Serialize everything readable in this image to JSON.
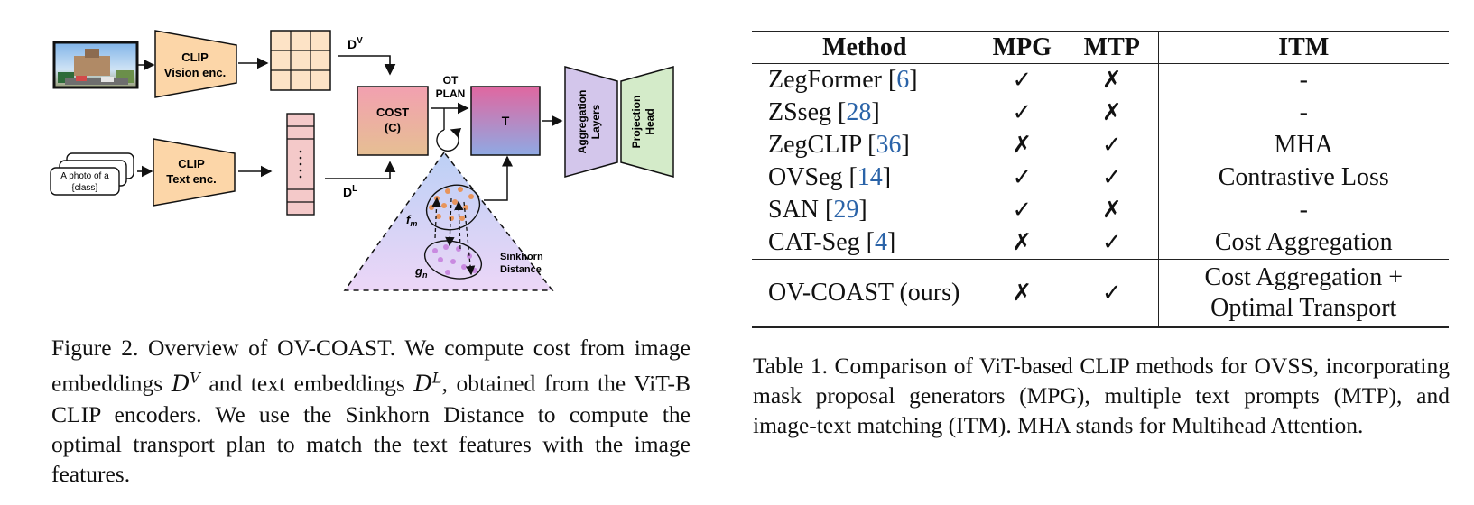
{
  "figure": {
    "vision_encoder_label": [
      "CLIP",
      "Vision enc."
    ],
    "text_encoder_label": [
      "CLIP",
      "Text enc."
    ],
    "prompt_card_text": [
      "A photo of a",
      "{class}"
    ],
    "dv_label": "D",
    "dv_sup": "V",
    "dl_label": "D",
    "dl_sup": "L",
    "cost_label": [
      "COST",
      "(C)"
    ],
    "ot_plan_label": [
      "OT",
      "PLAN"
    ],
    "t_label": "T",
    "aggregation_label": [
      "Aggregation",
      "Layers"
    ],
    "projection_label": [
      "Projection",
      "Head"
    ],
    "fm_label": "f",
    "fm_sub": "m",
    "gn_label": "g",
    "gn_sub": "n",
    "sinkhorn_label": [
      "Sinkhorn",
      "Distance"
    ],
    "colors": {
      "encoder": "#fcd6a8",
      "grid": "#fde3c6",
      "text_feature": "#f4c9c9",
      "cost_top": "#f2a0b0",
      "cost_bottom": "#e6bf93",
      "t_top": "#e067a0",
      "t_bottom": "#8fa9e3",
      "aggregation": "#d3c6eb",
      "projection": "#d4ebc9",
      "triangle_top": "#bcd0f5",
      "triangle_bottom": "#e8d4f5",
      "dots_orange": "#e8945b",
      "dots_purple": "#c98ae0"
    }
  },
  "figure_caption": {
    "part1": "Figure 2. Overview of OV-COAST. We compute cost from image embeddings ",
    "dv": "D",
    "dv_sup": "V",
    "part2": " and text embeddings ",
    "dl": "D",
    "dl_sup": "L",
    "part3": ", obtained from the ViT-B CLIP encoders. We use the Sinkhorn Distance to compute the optimal transport plan to match the text features with the image features."
  },
  "table": {
    "headers": [
      "Method",
      "MPG",
      "MTP",
      "ITM"
    ],
    "rows": [
      {
        "method": "ZegFormer [",
        "ref": "6",
        "close": "]",
        "mpg": "✓",
        "mtp": "✗",
        "itm": "-"
      },
      {
        "method": "ZSseg [",
        "ref": "28",
        "close": "]",
        "mpg": "✓",
        "mtp": "✗",
        "itm": "-"
      },
      {
        "method": "ZegCLIP [",
        "ref": "36",
        "close": "]",
        "mpg": "✗",
        "mtp": "✓",
        "itm": "MHA"
      },
      {
        "method": "OVSeg [",
        "ref": "14",
        "close": "]",
        "mpg": "✓",
        "mtp": "✓",
        "itm": "Contrastive Loss"
      },
      {
        "method": "SAN [",
        "ref": "29",
        "close": "]",
        "mpg": "✓",
        "mtp": "✗",
        "itm": "-"
      },
      {
        "method": "CAT-Seg [",
        "ref": "4",
        "close": "]",
        "mpg": "✗",
        "mtp": "✓",
        "itm": "Cost Aggregation"
      }
    ],
    "ours": {
      "method": "OV-COAST (ours)",
      "mpg": "✗",
      "mtp": "✓",
      "itm_line1": "Cost Aggregation +",
      "itm_line2": "Optimal Transport"
    }
  },
  "table_caption": "Table 1.  Comparison of ViT-based CLIP methods for OVSS, incorporating mask proposal generators (MPG), multiple text prompts (MTP), and image-text matching (ITM). MHA stands for Multihead Attention."
}
